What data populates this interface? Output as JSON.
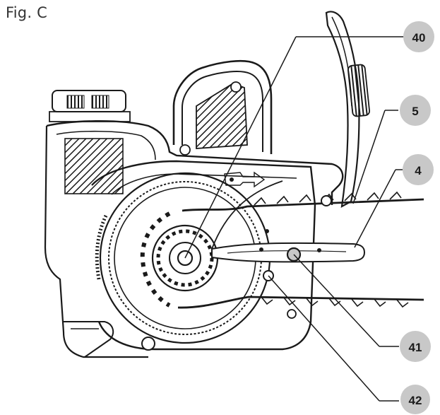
{
  "figure": {
    "label": "Fig. C"
  },
  "callouts": [
    {
      "id": "c40",
      "label": "40"
    },
    {
      "id": "c5",
      "label": "5"
    },
    {
      "id": "c4",
      "label": "4"
    },
    {
      "id": "c41",
      "label": "41"
    },
    {
      "id": "c42",
      "label": "42"
    }
  ],
  "colors": {
    "ink": "#1a1a1a",
    "callout_fill": "#c8c8c8",
    "background": "#ffffff"
  }
}
